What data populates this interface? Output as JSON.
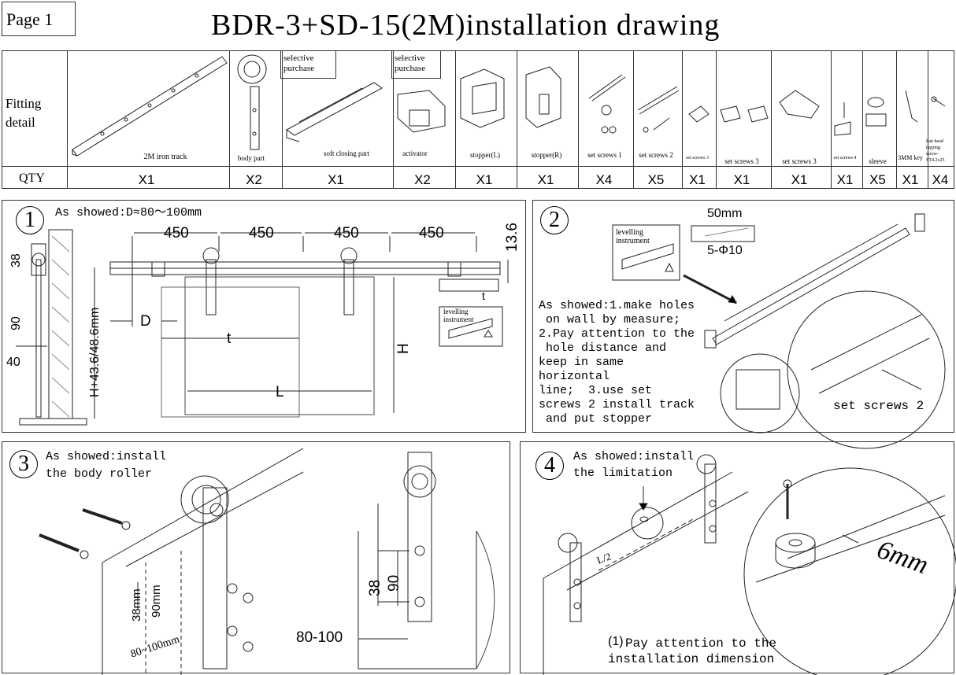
{
  "header": {
    "page": "Page 1",
    "title": "BDR-3+SD-15(2M)installation drawing"
  },
  "fitting": {
    "row_label": "Fitting\ndetail",
    "qty_label": "QTY",
    "selective_note": "selective\npurchase",
    "parts": [
      {
        "name": "2M iron track",
        "qty": "X1"
      },
      {
        "name": "body part",
        "qty": "X2"
      },
      {
        "name": "soft closing part",
        "qty": "X1"
      },
      {
        "name": "activator",
        "qty": "X2"
      },
      {
        "name": "stopper(L)",
        "qty": "X1"
      },
      {
        "name": "stopper(R)",
        "qty": "X1"
      },
      {
        "name": "set screws 1",
        "qty": "X4"
      },
      {
        "name": "set screws 2",
        "qty": "X5"
      },
      {
        "name": "set screws 3",
        "qty": "X1"
      },
      {
        "name": "set screws 3",
        "qty": "X1"
      },
      {
        "name": "set screws 3",
        "qty": "X1"
      },
      {
        "name": "set screws 4",
        "qty": "X1"
      },
      {
        "name": "sleeve",
        "qty": "X5"
      },
      {
        "name": "3MM key",
        "qty": "X1"
      },
      {
        "name": "Pan head tapping screw-ST4.2x25",
        "qty": "X4"
      }
    ]
  },
  "step1": {
    "num": "1",
    "caption": "As showed:D≈80～100mm",
    "spacing": [
      "450",
      "450",
      "450",
      "450"
    ],
    "top_offset": "13.6",
    "left_dims": [
      "38",
      "90",
      "40"
    ],
    "height_label": "H+43.6/48.6mm",
    "labels": {
      "D": "D",
      "t": "t",
      "L": "L",
      "H": "H",
      "t2": "t"
    },
    "levelling": "levelling\ninstrument"
  },
  "step2": {
    "num": "2",
    "levelling": "levelling\ninstrument",
    "width": "50mm",
    "holes": "5-Φ10",
    "text": "As showed:1.make holes\n on wall by measure;\n2.Pay attention to the\n hole distance and\nkeep in same\nhorizontal\nline;  3.use set\nscrews 2 install track\n and put stopper",
    "screws_label": "set screws 2"
  },
  "step3": {
    "num": "3",
    "text": "As showed:install\nthe body roller",
    "dims": [
      "38mm",
      "90mm",
      "80~100mm",
      "38",
      "90",
      "80-100"
    ]
  },
  "step4": {
    "num": "4",
    "text": "As showed:install\nthe limitation",
    "half": "L/2",
    "depth": "6mm",
    "note_num": "(1)",
    "note": "Pay attention to the\ninstallation dimension"
  }
}
